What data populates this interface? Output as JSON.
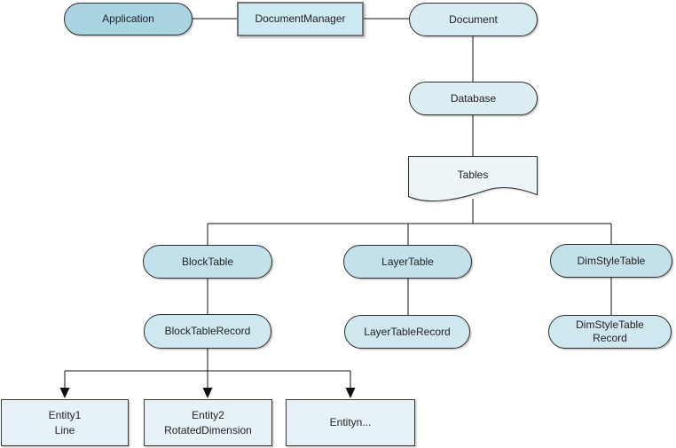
{
  "diagram": {
    "nodes": {
      "application": {
        "label": "Application",
        "shape": "stadium",
        "fill": "#a9d5e2"
      },
      "document_manager": {
        "label": "DocumentManager",
        "shape": "rectangle",
        "fill": "#cde9f1"
      },
      "document": {
        "label": "Document",
        "shape": "stadium",
        "fill": "#d7ebf2"
      },
      "database": {
        "label": "Database",
        "shape": "stadium",
        "fill": "#dceef4"
      },
      "tables": {
        "label": "Tables",
        "shape": "document",
        "fill": "#ecf6f9"
      },
      "block_table": {
        "label": "BlockTable",
        "shape": "stadium",
        "fill": "#c2e1eb"
      },
      "layer_table": {
        "label": "LayerTable",
        "shape": "stadium",
        "fill": "#c2e1eb"
      },
      "dim_style_table": {
        "label": "DimStyleTable",
        "shape": "stadium",
        "fill": "#c2e1eb"
      },
      "block_table_record": {
        "label": "BlockTableRecord",
        "shape": "stadium",
        "fill": "#cfe8ef"
      },
      "layer_table_record": {
        "label": "LayerTableRecord",
        "shape": "stadium",
        "fill": "#cfe8ef"
      },
      "dim_style_table_record": {
        "line1": "DimStyleTable",
        "line2": "Record",
        "shape": "stadium",
        "fill": "#cfe8ef"
      },
      "entity1": {
        "line1": "Entity1",
        "line2": "Line",
        "shape": "rectangle",
        "fill": "#e7f2f8"
      },
      "entity2": {
        "line1": "Entity2",
        "line2": "RotatedDimension",
        "shape": "rectangle",
        "fill": "#e7f2f8"
      },
      "entityn": {
        "label": "Entityn...",
        "shape": "rectangle",
        "fill": "#e7f2f8"
      }
    },
    "colors": {
      "background": "#ffffff",
      "connector": "#111111",
      "node_border": "#2e2e2e",
      "shadow_border": "#767676",
      "text": "#222222"
    },
    "edges": [
      "Application - DocumentManager",
      "DocumentManager - Document",
      "Document - Database",
      "Database - Tables",
      "Tables - BlockTable",
      "Tables - LayerTable",
      "Tables - DimStyleTable",
      "BlockTable - BlockTableRecord",
      "LayerTable - LayerTableRecord",
      "DimStyleTable - DimStyleTableRecord",
      "BlockTableRecord -> Entity1 Line",
      "BlockTableRecord -> Entity2 RotatedDimension",
      "BlockTableRecord -> Entityn..."
    ]
  }
}
